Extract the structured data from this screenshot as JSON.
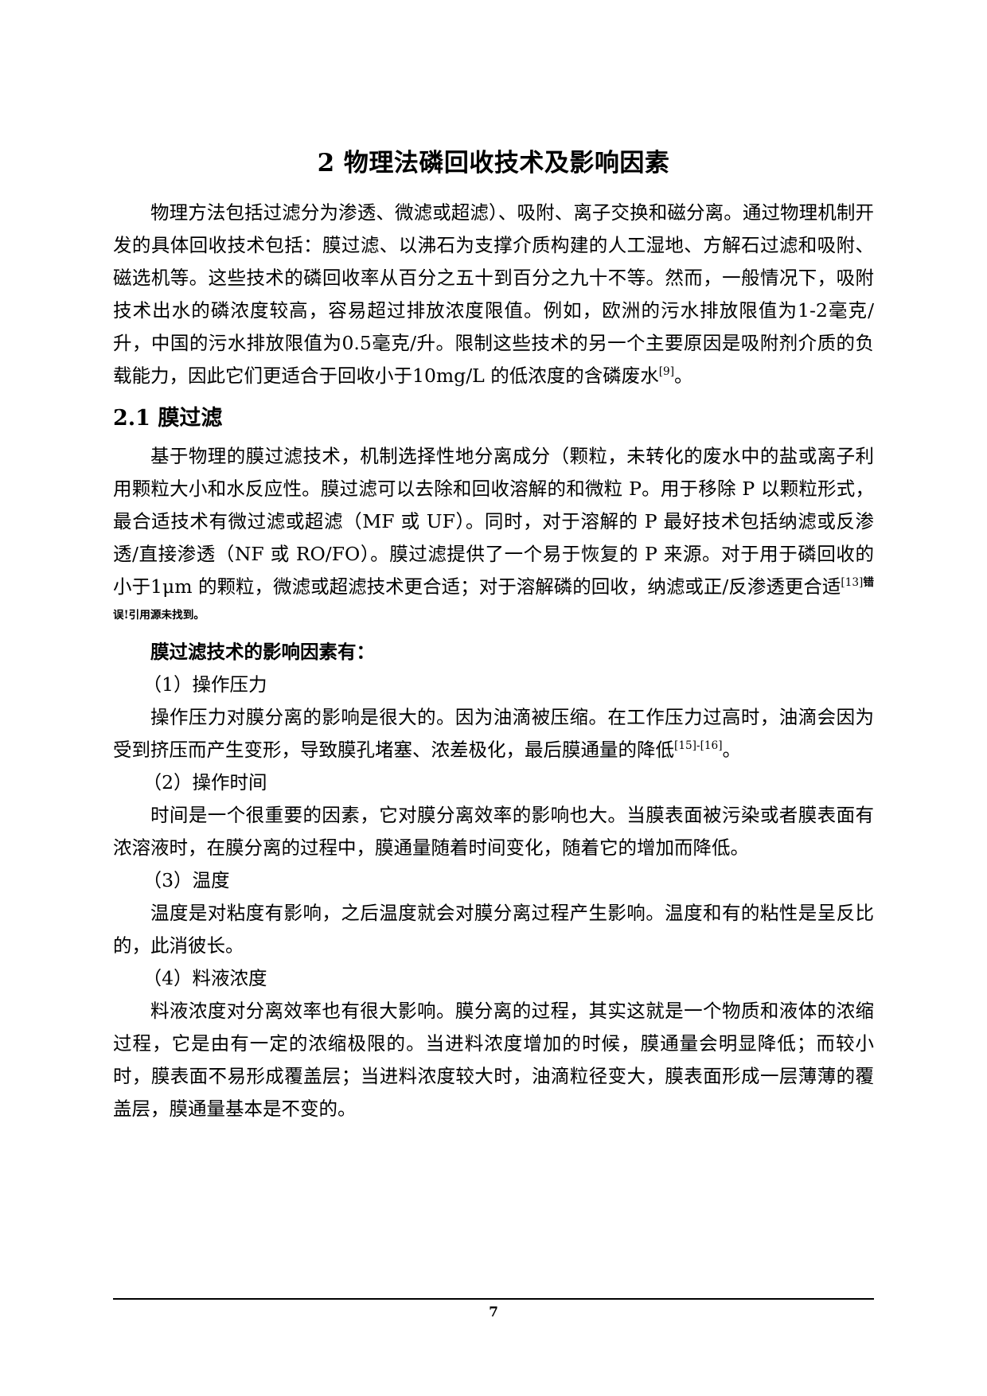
{
  "document": {
    "title": "2 物理法磷回收技术及影响因素",
    "page_number": "7"
  },
  "intro": {
    "paragraph": "物理方法包括过滤分为渗透、微滤或超滤）、吸附、离子交换和磁分离。通过物理机制开发的具体回收技术包括：膜过滤、以沸石为支撑介质构建的人工湿地、方解石过滤和吸附、磁选机等。这些技术的磷回收率从百分之五十到百分之九十不等。然而，一般情况下，吸附技术出水的磷浓度较高，容易超过排放浓度限值。例如，欧洲的污水排放限值为1-2毫克/升，中国的污水排放限值为0.5毫克/升。限制这些技术的另一个主要原因是吸附剂介质的负载能力，因此它们更适合于回收小于10mg/L 的低浓度的含磷废水",
    "citation": "[9]",
    "tail": "。"
  },
  "section_2_1": {
    "heading": "2.1 膜过滤",
    "body_part1": "基于物理的膜过滤技术，机制选择性地分离成分（颗粒，未转化的废水中的盐或离子利用颗粒大小和水反应性。膜过滤可以去除和回收溶解的和微粒 P。用于移除 P 以颗粒形式，最合适技术有微过滤或超滤（MF 或 UF）。同时，对于溶解的 P 最好技术包括纳滤或反渗透/直接渗透（NF 或 RO/FO）。膜过滤提供了一个易于恢复的 P 来源。对于用于磷回收的小于1μm 的颗粒，微滤或超滤技术更合适；对于溶解磷的回收，纳滤或正/反渗透更合适",
    "body_citation": "[13]",
    "body_error": "错误!引用源未找到。",
    "factors_lead": "膜过滤技术的影响因素有：",
    "factors": [
      {
        "label": "（1）操作压力",
        "body": "操作压力对膜分离的影响是很大的。因为油滴被压缩。在工作压力过高时，油滴会因为受到挤压而产生变形，导致膜孔堵塞、浓差极化，最后膜通量的降低",
        "citation_1": "[15]-",
        "citation_2": "[16]",
        "tail": "。"
      },
      {
        "label": "（2）操作时间",
        "body": "时间是一个很重要的因素，它对膜分离效率的影响也大。当膜表面被污染或者膜表面有浓溶液时，在膜分离的过程中，膜通量随着时间变化，随着它的增加而降低。",
        "citation_1": "",
        "citation_2": "",
        "tail": ""
      },
      {
        "label": "（3）温度",
        "body": "温度是对粘度有影响，之后温度就会对膜分离过程产生影响。温度和有的粘性是呈反比的，此消彼长。",
        "citation_1": "",
        "citation_2": "",
        "tail": ""
      },
      {
        "label": "（4）料液浓度",
        "body": "料液浓度对分离效率也有很大影响。膜分离的过程，其实这就是一个物质和液体的浓缩过程，它是由有一定的浓缩极限的。当进料浓度增加的时候，膜通量会明显降低；而较小时，膜表面不易形成覆盖层；当进料浓度较大时，油滴粒径变大，膜表面形成一层薄薄的覆盖层，膜通量基本是不变的。",
        "citation_1": "",
        "citation_2": "",
        "tail": ""
      }
    ]
  }
}
